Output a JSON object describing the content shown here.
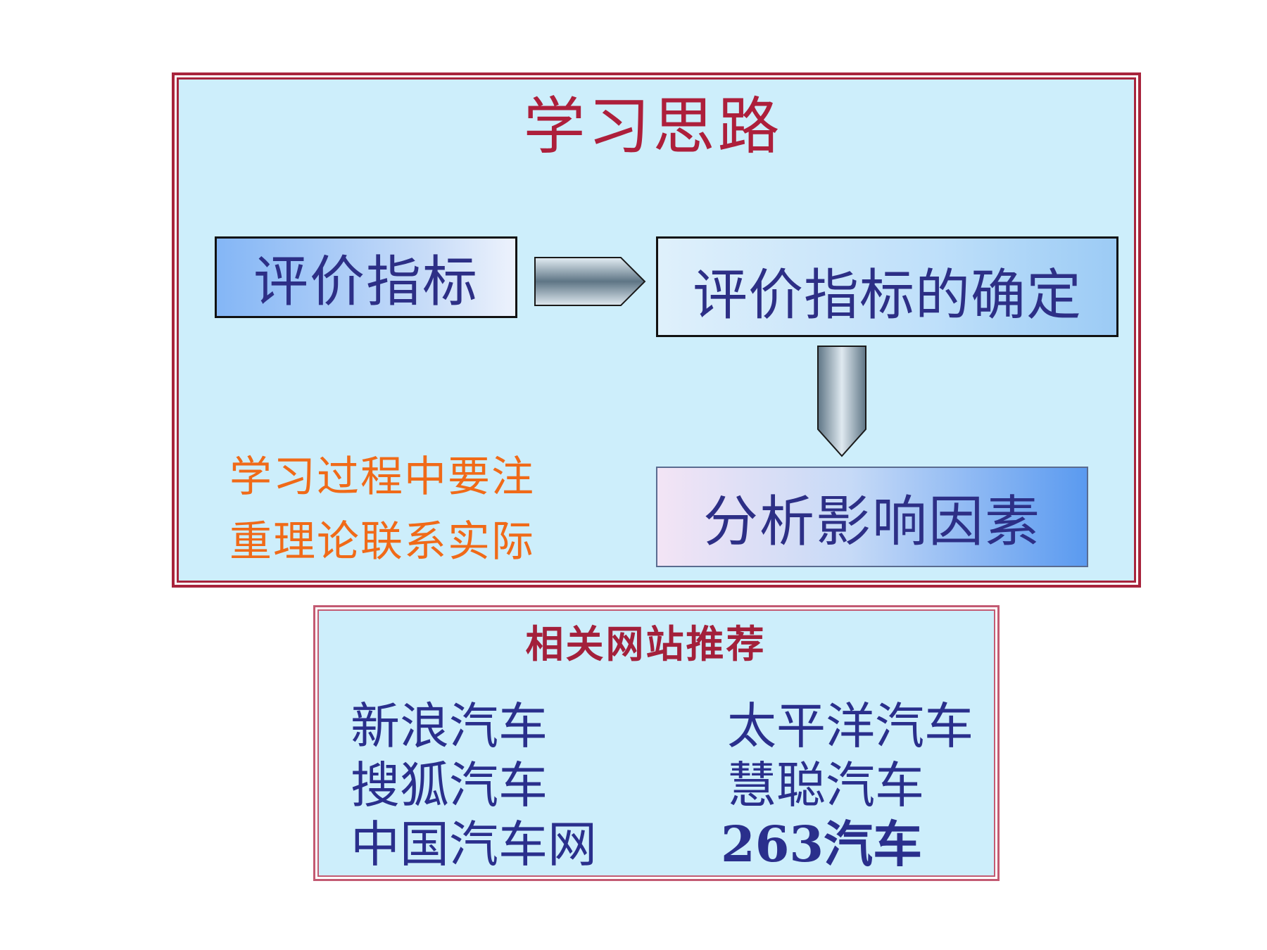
{
  "learning_path": {
    "title": "学习思路",
    "box_indicator": "评价指标",
    "box_determine": "评价指标的确定",
    "box_factors": "分析影响因素",
    "note_line1": "学习过程中要注",
    "note_line2": "重理论联系实际"
  },
  "links": {
    "title": "相关网站推荐",
    "left": [
      "新浪汽车",
      "搜狐汽车",
      "中国汽车网"
    ],
    "right": [
      "太平洋汽车",
      "慧聪汽车",
      "263汽车"
    ]
  },
  "colors": {
    "panel_bg": "#cdeefb",
    "frame": "#a8243c",
    "title_red": "#ad1f3b",
    "box_text": "#2d2f86",
    "note_orange": "#f06a18",
    "link_blue": "#2a2f8c"
  },
  "icons": [
    "arrow-right-icon",
    "arrow-down-icon"
  ]
}
